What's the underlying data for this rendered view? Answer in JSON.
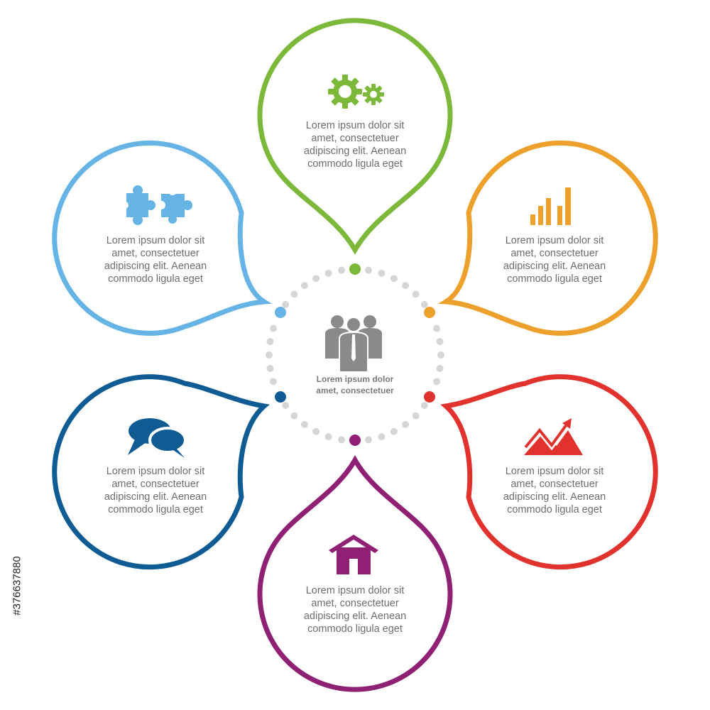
{
  "center": {
    "icon": "people-group-icon",
    "color": "#8a8a8a",
    "lines": [
      "Lorem ipsum dolor",
      "amet, consectetuer"
    ]
  },
  "ring_dot_color": "#d6d6d6",
  "petals": [
    {
      "id": "top",
      "color": "#7cb83a",
      "icon": "gears-icon",
      "lines": [
        "Lorem ipsum dolor sit",
        "amet, consectetuer",
        "adipiscing elit. Aenean",
        "commodo ligula eget"
      ]
    },
    {
      "id": "upper-right",
      "color": "#eda02b",
      "icon": "bar-chart-icon",
      "lines": [
        "Lorem ipsum dolor sit",
        "amet, consectetuer",
        "adipiscing elit. Aenean",
        "commodo ligula eget"
      ]
    },
    {
      "id": "lower-right",
      "color": "#e1322d",
      "icon": "trend-arrow-icon",
      "lines": [
        "Lorem ipsum dolor sit",
        "amet, consectetuer",
        "adipiscing elit. Aenean",
        "commodo ligula eget"
      ]
    },
    {
      "id": "bottom",
      "color": "#8f2073",
      "icon": "home-icon",
      "lines": [
        "Lorem ipsum dolor sit",
        "amet, consectetuer",
        "adipiscing elit. Aenean",
        "commodo ligula eget"
      ]
    },
    {
      "id": "lower-left",
      "color": "#0f5b94",
      "icon": "chat-bubbles-icon",
      "lines": [
        "Lorem ipsum dolor sit",
        "amet, consectetuer",
        "adipiscing elit. Aenean",
        "commodo ligula eget"
      ]
    },
    {
      "id": "upper-left",
      "color": "#66b4e6",
      "icon": "puzzle-icon",
      "lines": [
        "Lorem ipsum dolor sit",
        "amet, consectetuer",
        "adipiscing elit. Aenean",
        "commodo ligula eget"
      ]
    }
  ],
  "stock_id": "#376637880"
}
